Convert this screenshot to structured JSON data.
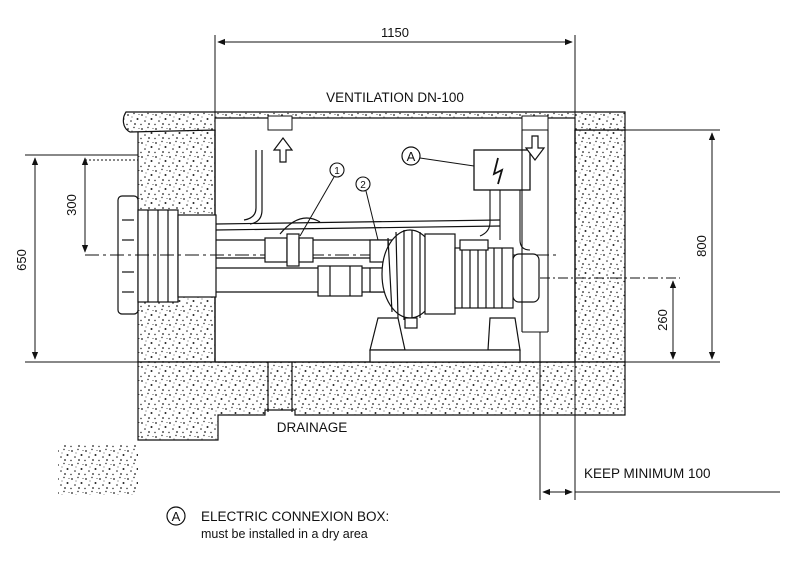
{
  "dimensions": {
    "width_total": "1150",
    "height_left": "650",
    "height_upper": "300",
    "height_right": "800",
    "height_axis": "260",
    "keep_minimum": "KEEP MINIMUM 100"
  },
  "labels": {
    "ventilation": "VENTILATION DN-100",
    "drainage": "DRAINAGE",
    "callout_a": "A",
    "callout_1": "1",
    "callout_2": "2",
    "electric_box_symbol": "lightning-bolt-icon"
  },
  "legend": {
    "marker": "A",
    "title": "ELECTRIC CONNEXION BOX:",
    "text": "must be installed in a dry area"
  },
  "colors": {
    "line": "#111111",
    "background": "#ffffff"
  }
}
